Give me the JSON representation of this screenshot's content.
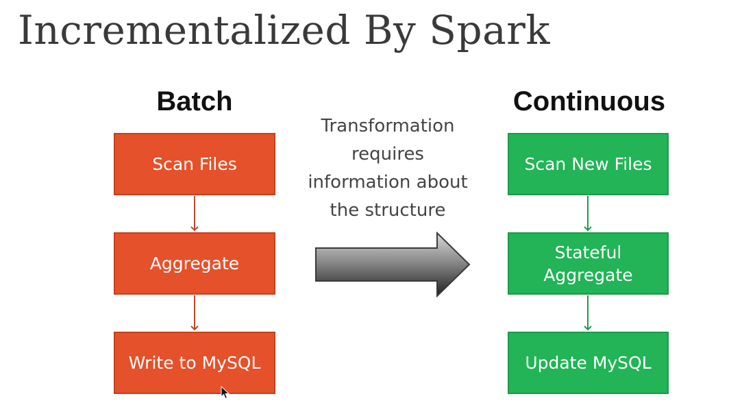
{
  "title": "Incrementalized By Spark",
  "batch": {
    "heading": "Batch",
    "color": "#e5512a",
    "steps": [
      "Scan Files",
      "Aggregate",
      "Write to MySQL"
    ]
  },
  "continuous": {
    "heading": "Continuous",
    "color": "#22b457",
    "steps": [
      [
        "Scan New Files"
      ],
      [
        "Stateful",
        "Aggregate"
      ],
      [
        "Update MySQL"
      ]
    ]
  },
  "transformation_note": [
    "Transformation",
    "requires",
    "information about",
    "the structure"
  ],
  "icons": {
    "transform_arrow": "right-arrow-icon",
    "pointer": "mouse-cursor-icon"
  }
}
